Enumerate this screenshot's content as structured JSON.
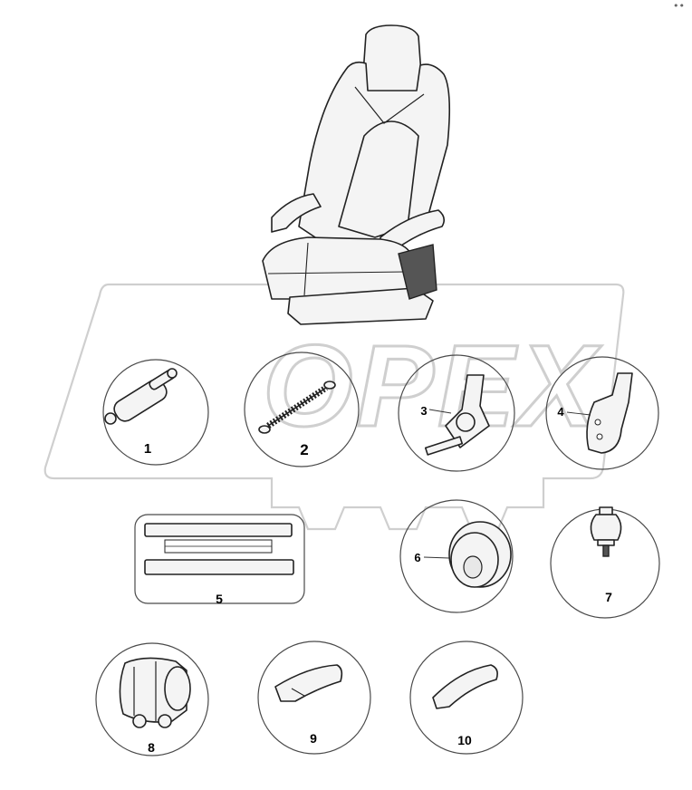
{
  "corner_mark": "••",
  "watermark": {
    "text": "OPEX",
    "color": "#cfcfcf"
  },
  "callouts": [
    "1",
    "2",
    "3",
    "4",
    "5",
    "6",
    "7",
    "8",
    "9",
    "10"
  ],
  "colors": {
    "ink": "#222222",
    "circle": "#4a4a4a",
    "background": "#ffffff"
  }
}
